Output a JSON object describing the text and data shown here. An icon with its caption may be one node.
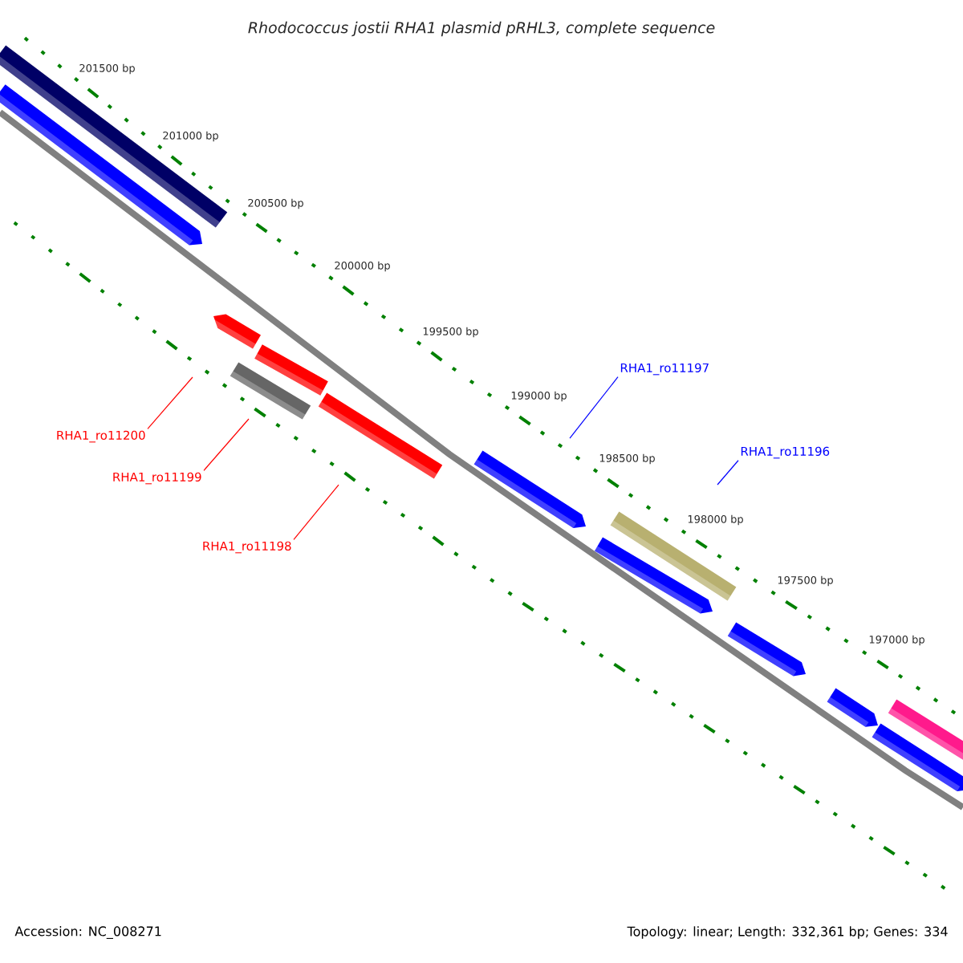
{
  "diagram": {
    "title": "Rhodococcus jostii RHA1 plasmid pRHL3, complete sequence",
    "nodes": [
      {
        "text": [
          "RHA1_ro11200"
        ]
      },
      {
        "text": [
          "RHA1_ro11199"
        ]
      },
      {
        "text": [
          "RHA1_ro11198"
        ]
      },
      {
        "text": [
          "RHA1_ro11197"
        ]
      },
      {
        "text": [
          "RHA1_ro11196"
        ]
      }
    ],
    "edges": [
      {
        "from": 0,
        "to": null,
        "arrow": "none"
      },
      {
        "from": 1,
        "to": null,
        "arrow": "none"
      },
      {
        "from": 2,
        "to": null,
        "arrow": "none"
      },
      {
        "from": 3,
        "to": null,
        "arrow": "none",
        "color": "#0000ff"
      },
      {
        "from": 4,
        "to": null,
        "arrow": "none",
        "color": "#0000ff"
      }
    ],
    "labels": [
      "201500 bp",
      "201000 bp",
      "200500 bp",
      "200000 bp",
      "199500 bp",
      "199000 bp",
      "198500 bp",
      "198000 bp",
      "197500 bp",
      "197000 bp",
      "Accession: NC_008271",
      "Topology: linear; Length: 332,361 bp; Genes: 334"
    ]
  }
}
